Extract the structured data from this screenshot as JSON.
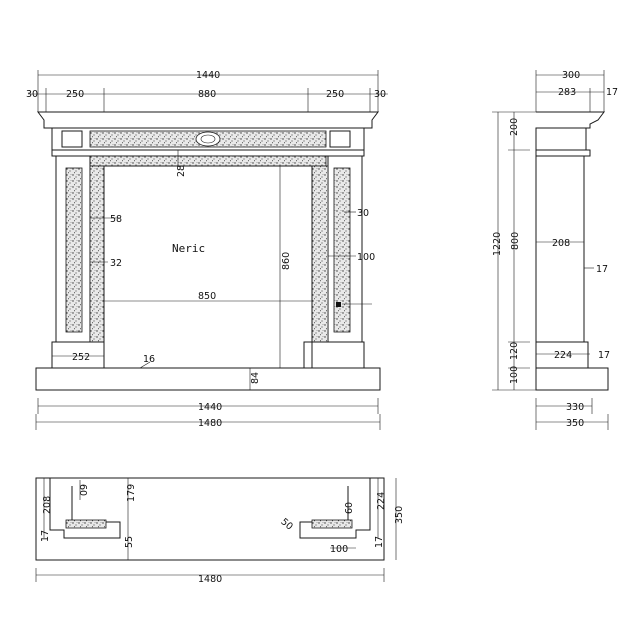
{
  "product_name": "Neric",
  "front_view": {
    "overall_top": "1440",
    "side_margin_left": "30",
    "side_margin_right": "30",
    "leg_width_left": "250",
    "center_span": "880",
    "leg_width_right": "250",
    "frieze_gap": "28",
    "pilaster_58": "58",
    "pilaster_32": "32",
    "pilaster_30": "30",
    "pilaster_100": "100",
    "opening_width": "850",
    "opening_height": "860",
    "plinth_width": "252",
    "plinth_step": "16",
    "hearth_height": "84",
    "hearth_inner": "1440",
    "hearth_outer": "1480"
  },
  "side_view": {
    "top_depth": "300",
    "shelf_depth": "283",
    "shelf_overhang": "17",
    "total_height": "1220",
    "top_band": "200",
    "column_height": "800",
    "base_band": "120",
    "hearth_band": "100",
    "body_depth": "208",
    "side_step": "17",
    "plinth_depth": "224",
    "plinth_step": "17",
    "hearth_depth": "330",
    "hearth_total": "350"
  },
  "plan_view": {
    "left_depth": "208",
    "left_step": "17",
    "inner_depth_60_left": "60",
    "inner_179": "179",
    "inner_55": "55",
    "right_depth": "224",
    "right_step": "17",
    "right_60": "60",
    "right_50": "50",
    "right_100": "100",
    "overall_depth": "350",
    "overall_width": "1480"
  }
}
